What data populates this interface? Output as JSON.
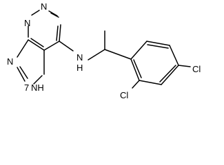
{
  "molecule": {
    "atom_labels": {
      "n_pyrimidine_top": "N",
      "n_pyrimidine_left": "N",
      "n_imidazole_left": "N",
      "nh_imidazole": "NH",
      "h_imidazole_number": "7",
      "nh_amine": "N",
      "h_amine": "H",
      "cl_ortho": "Cl",
      "cl_para": "Cl"
    }
  }
}
